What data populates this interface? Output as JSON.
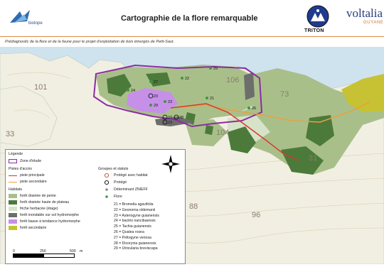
{
  "header": {
    "title": "Cartographie de la flore remarquable",
    "left_logo_text": "biotope",
    "right_logo_brand": "voltalia",
    "right_logo_sub": "GUYANE",
    "triton_label": "TRITON",
    "colors": {
      "accent_rule": "#e08a3a",
      "voltalia_blue": "#2b3d7a",
      "voltalia_orange": "#d1702a"
    }
  },
  "subtitle": "Prédiagnostic de la flore et de la faune pour le projet d'exploitation de bois émergés de Petit-Saut.",
  "map": {
    "elevation_labels": [
      "101",
      "106",
      "73",
      "104",
      "31",
      "33",
      "88",
      "96"
    ],
    "species_codes_on_map": [
      "29",
      "24",
      "27",
      "22",
      "23",
      "23",
      "29",
      "27",
      "28",
      "23",
      "21",
      "26",
      "23",
      "25"
    ],
    "colors": {
      "water": "#cfe3ee",
      "land": "#f1efe2",
      "foret_pente": "#a9bf8a",
      "foret_plateau": "#4c7a3a",
      "friche": "#d7e3c8",
      "foret_inondable": "#6d6d6d",
      "foret_basse_hydromorphe": "#c690e8",
      "foret_secondaire": "#c7c233",
      "zone_etude": "#8a2ea0",
      "piste_principale": "#d63a2f",
      "piste_secondaire": "#e8a23e"
    }
  },
  "legend": {
    "title": "Légende",
    "zone_etude": "Zone d'étude",
    "pistes_title": "Pistes d'accès",
    "piste_principale": "piste principale",
    "piste_secondaire": "piste secondaire",
    "habitats_title": "Habitats",
    "habitats": [
      {
        "label": "forêt drainée de pente",
        "color": "#a9bf8a"
      },
      {
        "label": "forêt drainée haute de plateau",
        "color": "#4c7a3a"
      },
      {
        "label": "friche herbacée (étage)",
        "color": "#d7e3c8"
      },
      {
        "label": "forêt inondable sur sol hydromorphe",
        "color": "#6d6d6d"
      },
      {
        "label": "forêt basse à tendance hydromorphe",
        "color": "#c690e8"
      },
      {
        "label": "forêt secondaire",
        "color": "#c7c233"
      }
    ],
    "groups_title": "Groupes et statuts",
    "groups": [
      {
        "label": "Protégé avec habitat",
        "symbol": "ring-red"
      },
      {
        "label": "Protégé",
        "symbol": "ring-black"
      },
      {
        "label": "Déterminant ZNIEFF",
        "symbol": "dot-gray"
      },
      {
        "label": "Flore",
        "symbol": "dot-green"
      }
    ],
    "species": [
      "21 = Bromelia agavifolia",
      "22 = Geonoma oldemanii",
      "23 = Asterogyne guianensis",
      "24 = bactris nancibaensis",
      "25 = Tachia guianensis",
      "26 = Qualea rosea",
      "27 = Peltogyne venosa",
      "28 = Dicorynia guianensis",
      "29 = Utricularia breviscapa"
    ],
    "scale": {
      "zero": "0",
      "mid": "250",
      "end": "500",
      "unit": "m"
    }
  }
}
